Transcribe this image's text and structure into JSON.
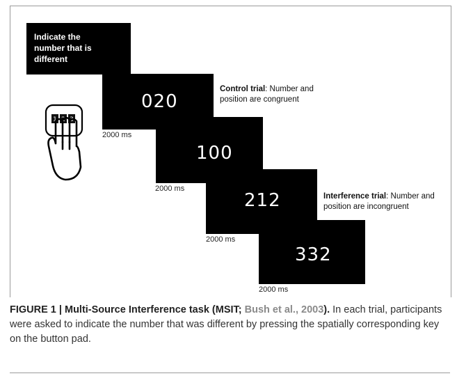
{
  "instruction": [
    "Indicate the",
    "number that is",
    "different"
  ],
  "trials": [
    {
      "digits": "020",
      "duration": "2000 ms"
    },
    {
      "digits": "100",
      "duration": "2000 ms"
    },
    {
      "digits": "212",
      "duration": "2000 ms"
    },
    {
      "digits": "332",
      "duration": "2000 ms"
    }
  ],
  "keypad_keys": [
    "1",
    "2",
    "3"
  ],
  "control_label": {
    "bold": "Control trial",
    "line1_rest": ": Number and",
    "line2": "position are congruent"
  },
  "interference_label": {
    "bold": "Interference trial",
    "line1_rest": ": Number and",
    "line2": "position are incongruent"
  },
  "caption": {
    "title_start": "FIGURE 1 | Multi-Source Interference task (MSIT; ",
    "citation": "Bush et al., 2003",
    "title_end": ").",
    "body": " In each trial, participants were asked to indicate the number that was different by pressing the spatially corresponding key on the button pad."
  }
}
